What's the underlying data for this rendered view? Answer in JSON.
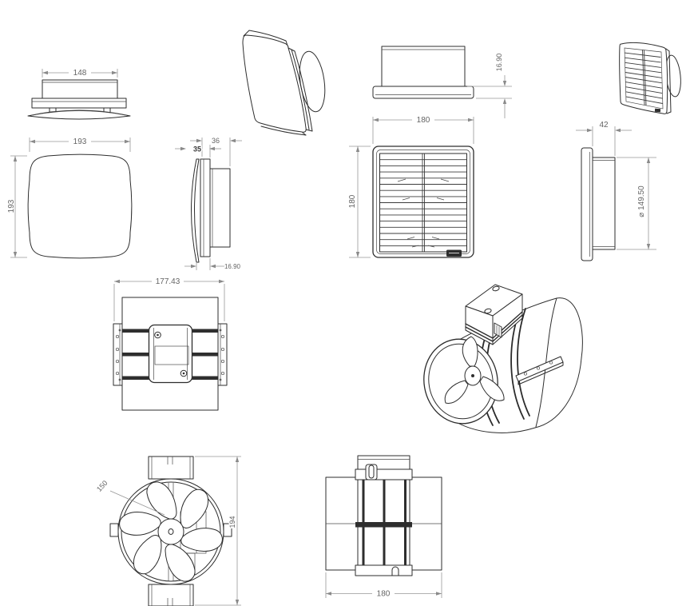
{
  "colors": {
    "background": "#ffffff",
    "line": "#2d2d2d",
    "dark_fill": "#2e2e2e",
    "dim_line": "#979797",
    "dim_text": "#646464"
  },
  "dimensions": {
    "cover_top": {
      "width": "148"
    },
    "cover_front": {
      "width": "193",
      "height": "193"
    },
    "cover_side": {
      "front_depth": "35",
      "duct_depth": "36",
      "flange_depth": "16.90"
    },
    "grille_top": {
      "flange_depth": "16.90"
    },
    "grille_front": {
      "width": "180",
      "height": "180"
    },
    "grille_side": {
      "depth": "42",
      "duct_diameter": "⌀ 149.50"
    },
    "bracket": {
      "width": "177.43"
    },
    "fan_front": {
      "impeller_diameter": "150",
      "height": "194"
    },
    "inline_side": {
      "width": "180"
    }
  }
}
